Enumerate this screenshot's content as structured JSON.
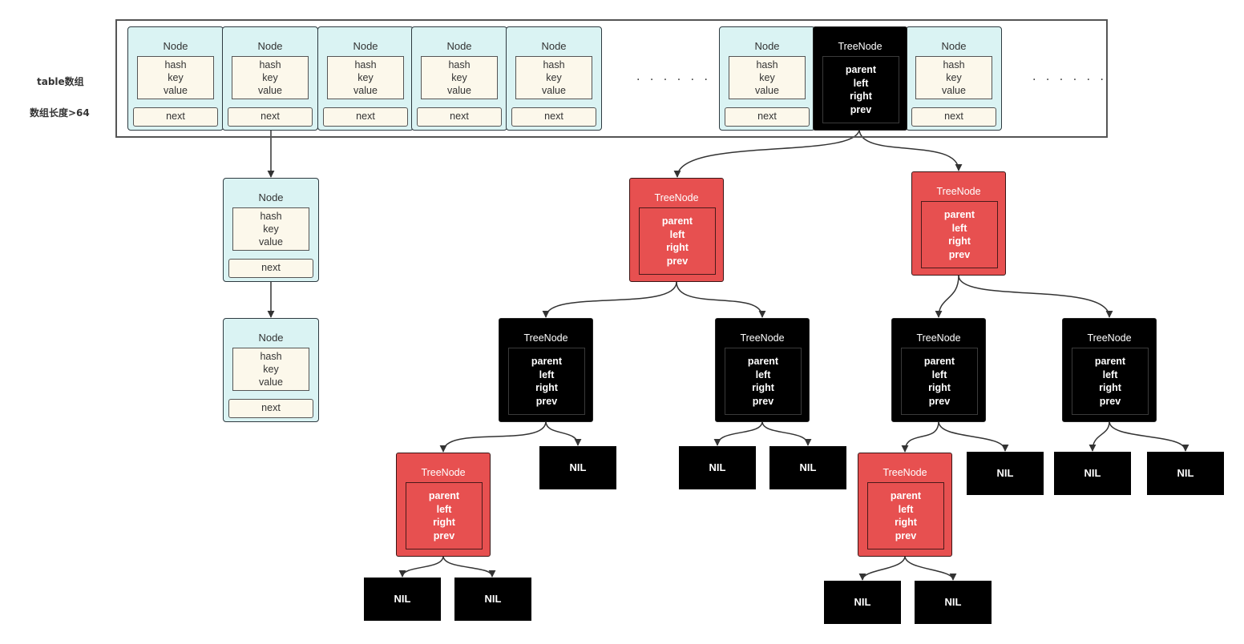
{
  "labels": {
    "table": "table数组",
    "length": "数组长度>64",
    "ellipsis": "· · · · · ·"
  },
  "node": {
    "title": "Node",
    "fields": [
      "hash",
      "key",
      "value"
    ],
    "next": "next"
  },
  "tree_node": {
    "title": "TreeNode",
    "fields": [
      "parent",
      "left",
      "right",
      "prev"
    ]
  },
  "nil": "NIL",
  "colors": {
    "node_fill": "#daf3f3",
    "field_fill": "#fcf8eb",
    "red_node": "#e75050",
    "black_node": "#000000",
    "arrow": "#333333"
  }
}
